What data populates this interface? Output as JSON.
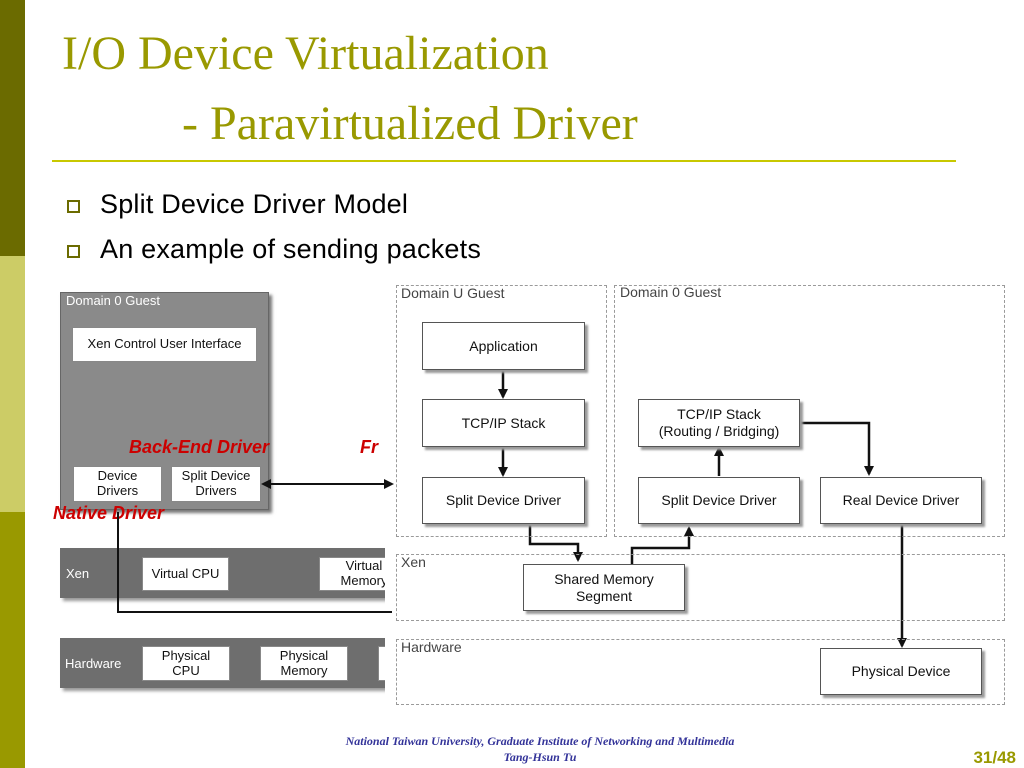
{
  "slide": {
    "title_line1": "I/O Device Virtualization",
    "title_line2": "- Paravirtualized Driver",
    "bullets": [
      "Split Device Driver Model",
      "An example of sending packets"
    ],
    "footer_line1": "National Taiwan University, Graduate Institute of Networking and Multimedia",
    "footer_line2": "Tang-Hsun Tu",
    "page": "31/48"
  },
  "left_figure": {
    "domain0_label": "Domain 0 Guest",
    "xen_control": "Xen Control User Interface",
    "device_drivers": "Device\nDrivers",
    "split_device_drivers": "Split Device\nDrivers",
    "xen_label": "Xen",
    "virtual_cpu": "Virtual CPU",
    "virtual_memory": "Virtual\nMemory",
    "hardware_label": "Hardware",
    "physical_cpu": "Physical\nCPU",
    "physical_memory": "Physical\nMemory"
  },
  "annotations": {
    "back_end": "Back-End Driver",
    "front_end_partial": "Fr",
    "native": "Native Driver"
  },
  "right_figure": {
    "domainU_label": "Domain U Guest",
    "domain0_label": "Domain 0 Guest",
    "application": "Application",
    "tcpip_u": "TCP/IP Stack",
    "split_u": "Split Device Driver",
    "tcpip_0": "TCP/IP Stack\n(Routing / Bridging)",
    "split_0": "Split Device Driver",
    "real_driver": "Real Device Driver",
    "xen_label": "Xen",
    "shared_memory": "Shared Memory\nSegment",
    "hardware_label": "Hardware",
    "physical_device": "Physical Device"
  }
}
